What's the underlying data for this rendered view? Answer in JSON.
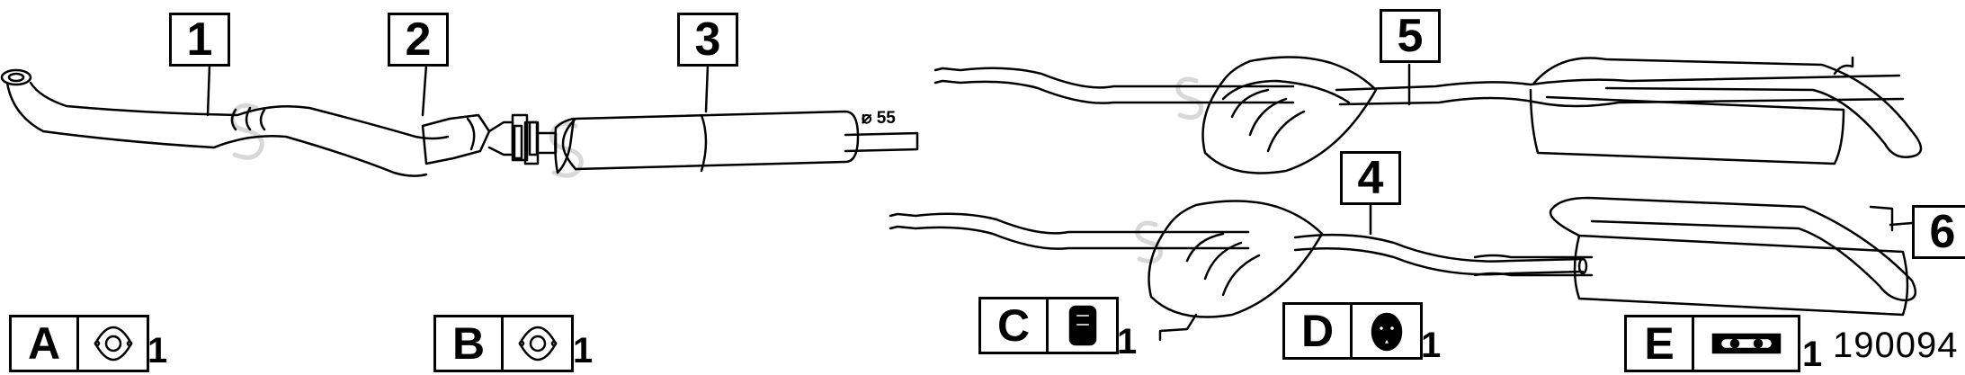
{
  "callouts": {
    "c1": "1",
    "c2": "2",
    "c3": "3",
    "c4": "4",
    "c5": "5",
    "c6": "6"
  },
  "diameter_label": "55",
  "legend": {
    "a": {
      "letter": "A",
      "qty": "1",
      "icon": "gasket-icon"
    },
    "b": {
      "letter": "B",
      "qty": "1",
      "icon": "gasket-icon"
    },
    "c": {
      "letter": "C",
      "qty": "1",
      "icon": "clamp-icon"
    },
    "d": {
      "letter": "D",
      "qty": "1",
      "icon": "rubber-mount-icon"
    },
    "e": {
      "letter": "E",
      "qty": "1",
      "icon": "hanger-icon"
    }
  },
  "part_number": "190094",
  "colors": {
    "line": "#000000",
    "watermark": "#d8d8d8",
    "background": "#ffffff"
  }
}
